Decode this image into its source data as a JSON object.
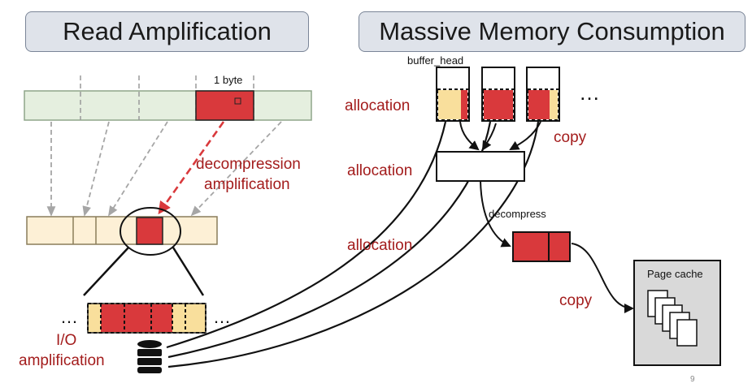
{
  "titles": {
    "left": "Read Amplification",
    "right": "Massive Memory Consumption"
  },
  "left": {
    "one_byte": "1 byte",
    "decompression_line1": "decompression",
    "decompression_line2": "amplification",
    "dots_left": "…",
    "dots_right": "…",
    "io_line1": "I/O",
    "io_line2": "amplification",
    "database_icon": "database-icon"
  },
  "right": {
    "buffer_head": "buffer_head",
    "dots": "…",
    "allocation_1": "allocation",
    "allocation_2": "allocation",
    "allocation_3": "allocation",
    "copy_1": "copy",
    "copy_2": "copy",
    "decompress": "decompress",
    "page_cache": "Page cache",
    "pages_icon": "pages-stack-icon"
  },
  "page_number": "9",
  "colors": {
    "red_block": "#d9393c",
    "label_red": "#a31c1c",
    "green_strip": "#e5efdf",
    "cream_strip": "#fdf0d6",
    "yellow_cell": "#f9df9c",
    "title_fill": "#dfe3ea"
  }
}
